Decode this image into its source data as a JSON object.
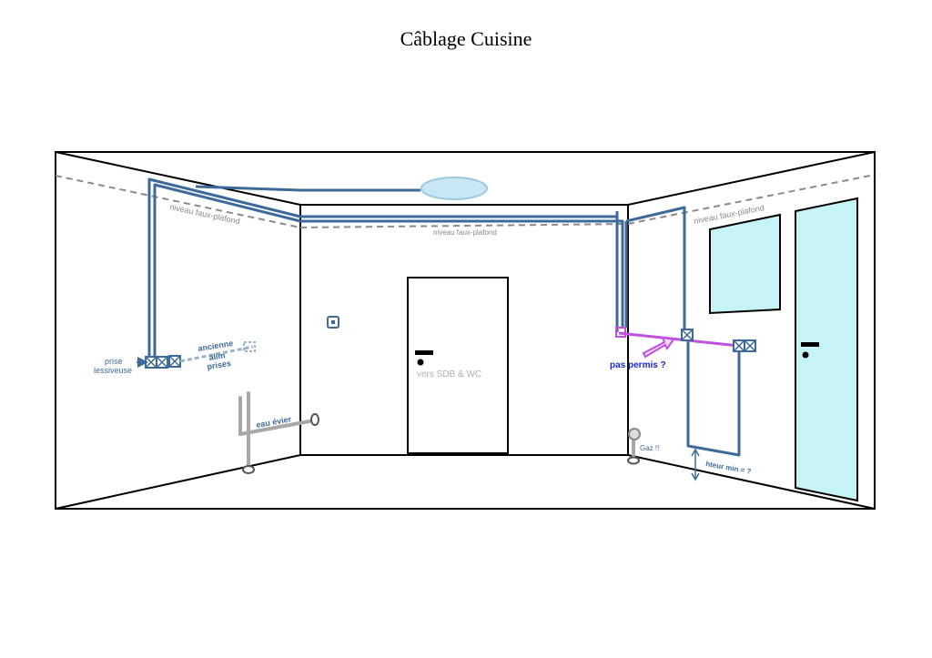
{
  "title": "Câblage Cuisine",
  "labels": {
    "niveau_left": "niveau faux-plafond",
    "niveau_center": "niveau faux-plafond",
    "niveau_right": "niveau faux-plafond",
    "prise_line1": "prise",
    "prise_line2": "lessiveuse",
    "ancienne_line1": "ancienne",
    "ancienne_line2": "alim",
    "ancienne_line3": "prises",
    "eau_evier": "eau évier",
    "vers_sdb": "vers SDB & WC",
    "pas_permis": "pas permis ?",
    "gaz": "Gaz !!",
    "hauteur_min": "hteur min = ?"
  },
  "colors": {
    "cable": "#3d6a9a",
    "cable_light": "#6d95c0",
    "plafond_dash": "#8a8a8a",
    "glass": "#c6f4f6",
    "ceiling_light": "#b8dcee",
    "forbidden": "#c050e0",
    "forbidden_text": "#1a28c8",
    "pipe": "#a8a8a8"
  }
}
